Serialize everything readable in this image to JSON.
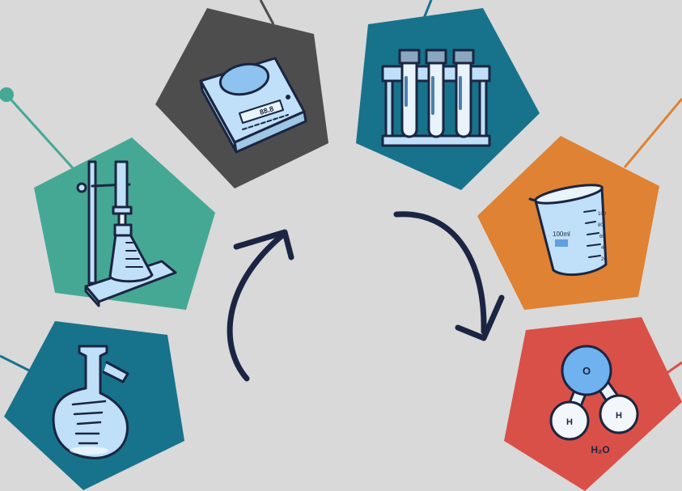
{
  "colors": {
    "background": "#d9d9d9",
    "teal": "#17728c",
    "dark_gray": "#4d4d4d",
    "green": "#45a894",
    "orange": "#df8233",
    "red": "#d95048",
    "arrow": "#1b2543",
    "glass": "#bfe0f8",
    "ink": "#1b2540"
  },
  "tiles": [
    {
      "id": "round-flask",
      "icon": "round-bottom-flask-icon"
    },
    {
      "id": "ring-stand",
      "icon": "ring-stand-flask-icon"
    },
    {
      "id": "scale",
      "icon": "digital-scale-icon"
    },
    {
      "id": "test-tubes",
      "icon": "test-tube-rack-icon"
    },
    {
      "id": "beaker",
      "icon": "measuring-beaker-icon"
    },
    {
      "id": "molecule",
      "icon": "water-molecule-icon"
    }
  ],
  "scale_display": "88.8",
  "beaker_labels": {
    "volume": "100ml",
    "ticks": [
      "100",
      "80",
      "60",
      "40",
      "20"
    ]
  },
  "molecule": {
    "oxygen": "O",
    "hydrogen_left": "H",
    "hydrogen_right": "H",
    "formula": "H₂O"
  },
  "arrows": [
    "curved-arrow-up-icon",
    "curved-arrow-down-icon"
  ]
}
